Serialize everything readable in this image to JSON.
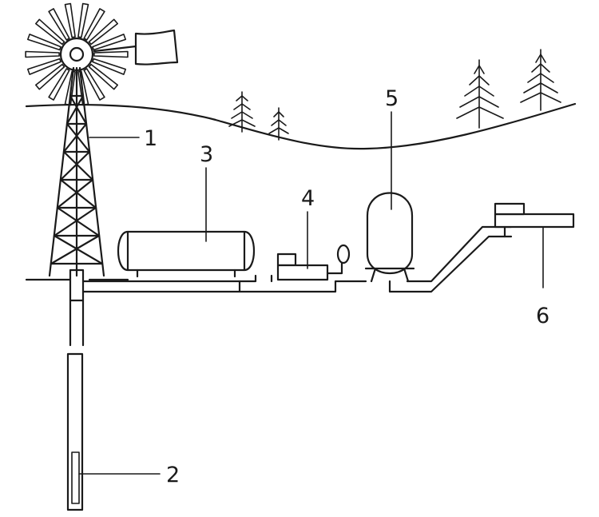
{
  "labels": {
    "windmill": "1",
    "well_pump": "2",
    "storage_tank": "3",
    "pump_unit": "4",
    "pressure_tank": "5",
    "outlet": "6"
  }
}
